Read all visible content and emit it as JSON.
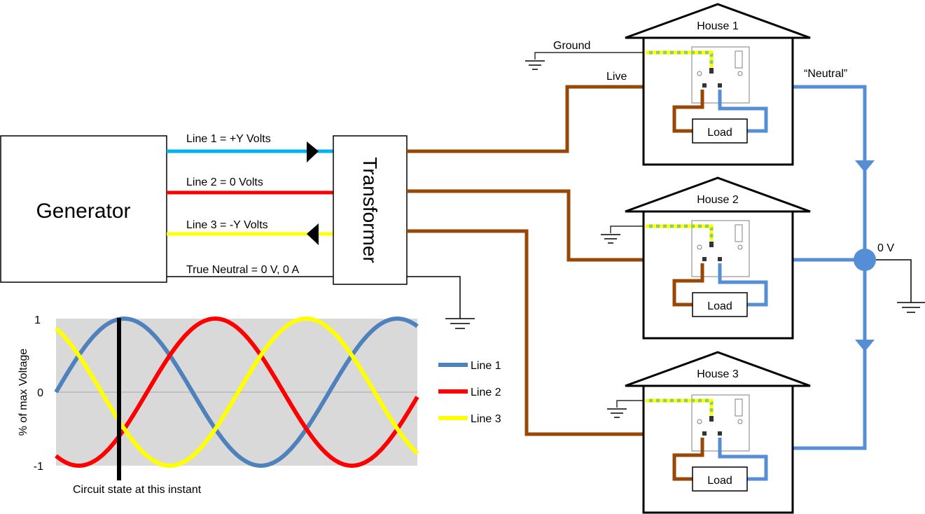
{
  "colors": {
    "line1": "#4f81bd",
    "line1_wire": "#00b0f0",
    "line2": "#ff0000",
    "line3": "#ffff00",
    "live": "#984806",
    "neutral": "#558ed5",
    "earth_green": "#92d050",
    "plot_bg": "#d9d9d9"
  },
  "generator": {
    "label": "Generator"
  },
  "transformer": {
    "label": "Transformer"
  },
  "wires": {
    "line1": "Line 1 = +Y Volts",
    "line2": "Line 2 = 0 Volts",
    "line3": "Line 3 = -Y Volts",
    "true_neutral": "True Neutral = 0 V, 0 A"
  },
  "labels": {
    "ground": "Ground",
    "live": "Live",
    "neutral": "“Neutral”",
    "zero_v": "0 V",
    "circuit_state": "Circuit state at this instant"
  },
  "houses": [
    {
      "name": "House 1",
      "load": "Load"
    },
    {
      "name": "House 2",
      "load": "Load"
    },
    {
      "name": "House 3",
      "load": "Load"
    }
  ],
  "chart_data": {
    "type": "line",
    "ylabel": "% of max Voltage",
    "xlabel": "",
    "ylim": [
      -1,
      1
    ],
    "yticks": [
      "1",
      "0",
      "-1"
    ],
    "grid": "horizontal",
    "legend_position": "right",
    "series": [
      {
        "name": "Line 1",
        "color": "#4f81bd",
        "phase_deg": 0
      },
      {
        "name": "Line 2",
        "color": "#ff0000",
        "phase_deg": 120
      },
      {
        "name": "Line 3",
        "color": "#ffff00",
        "phase_deg": 240
      }
    ],
    "marker_label": "Circuit state at this instant"
  }
}
